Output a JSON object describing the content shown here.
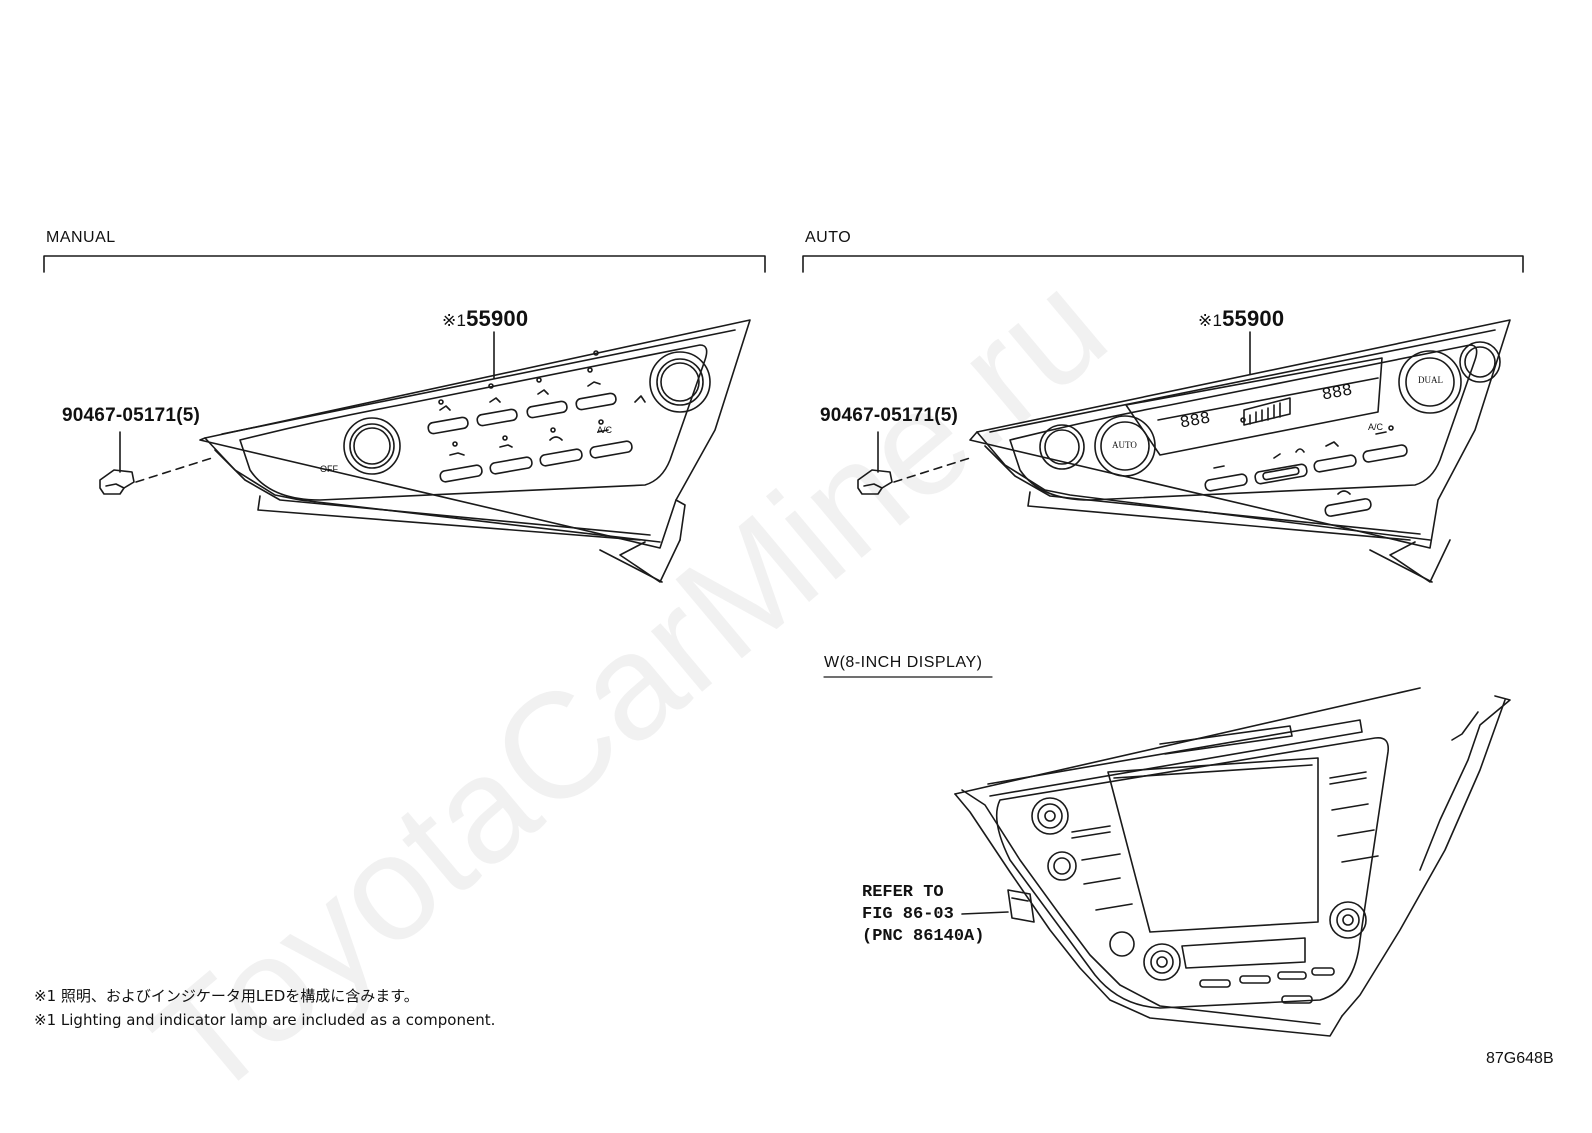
{
  "watermark": "ToyotaCarMine.ru",
  "sections": {
    "manual": {
      "label": "MANUAL"
    },
    "auto": {
      "label": "AUTO"
    },
    "display8": {
      "label": "W(8-INCH DISPLAY)"
    }
  },
  "manual_panel": {
    "main_part": {
      "mark": "※1",
      "number": "55900"
    },
    "clip_part": "90467-05171(5)",
    "button_labels": [
      "OFF",
      "A/C"
    ]
  },
  "auto_panel": {
    "main_part": {
      "mark": "※1",
      "number": "55900"
    },
    "clip_part": "90467-05171(5)",
    "button_labels": [
      "AUTO",
      "DUAL",
      "A/C"
    ],
    "display_readout": [
      "888",
      "888"
    ]
  },
  "display_panel": {
    "reference": [
      "REFER TO",
      "FIG 86-03",
      "(PNC 86140A)"
    ]
  },
  "notes": [
    {
      "mark": "※1",
      "text": "照明、およびインジケータ用LEDを構成に含みます。"
    },
    {
      "mark": "※1",
      "text": "Lighting and indicator lamp are included as a component."
    }
  ],
  "figure_code": "87G648B",
  "colors": {
    "line": "#1a1a1a",
    "watermark": "#e9e9e9",
    "background": "#ffffff"
  }
}
